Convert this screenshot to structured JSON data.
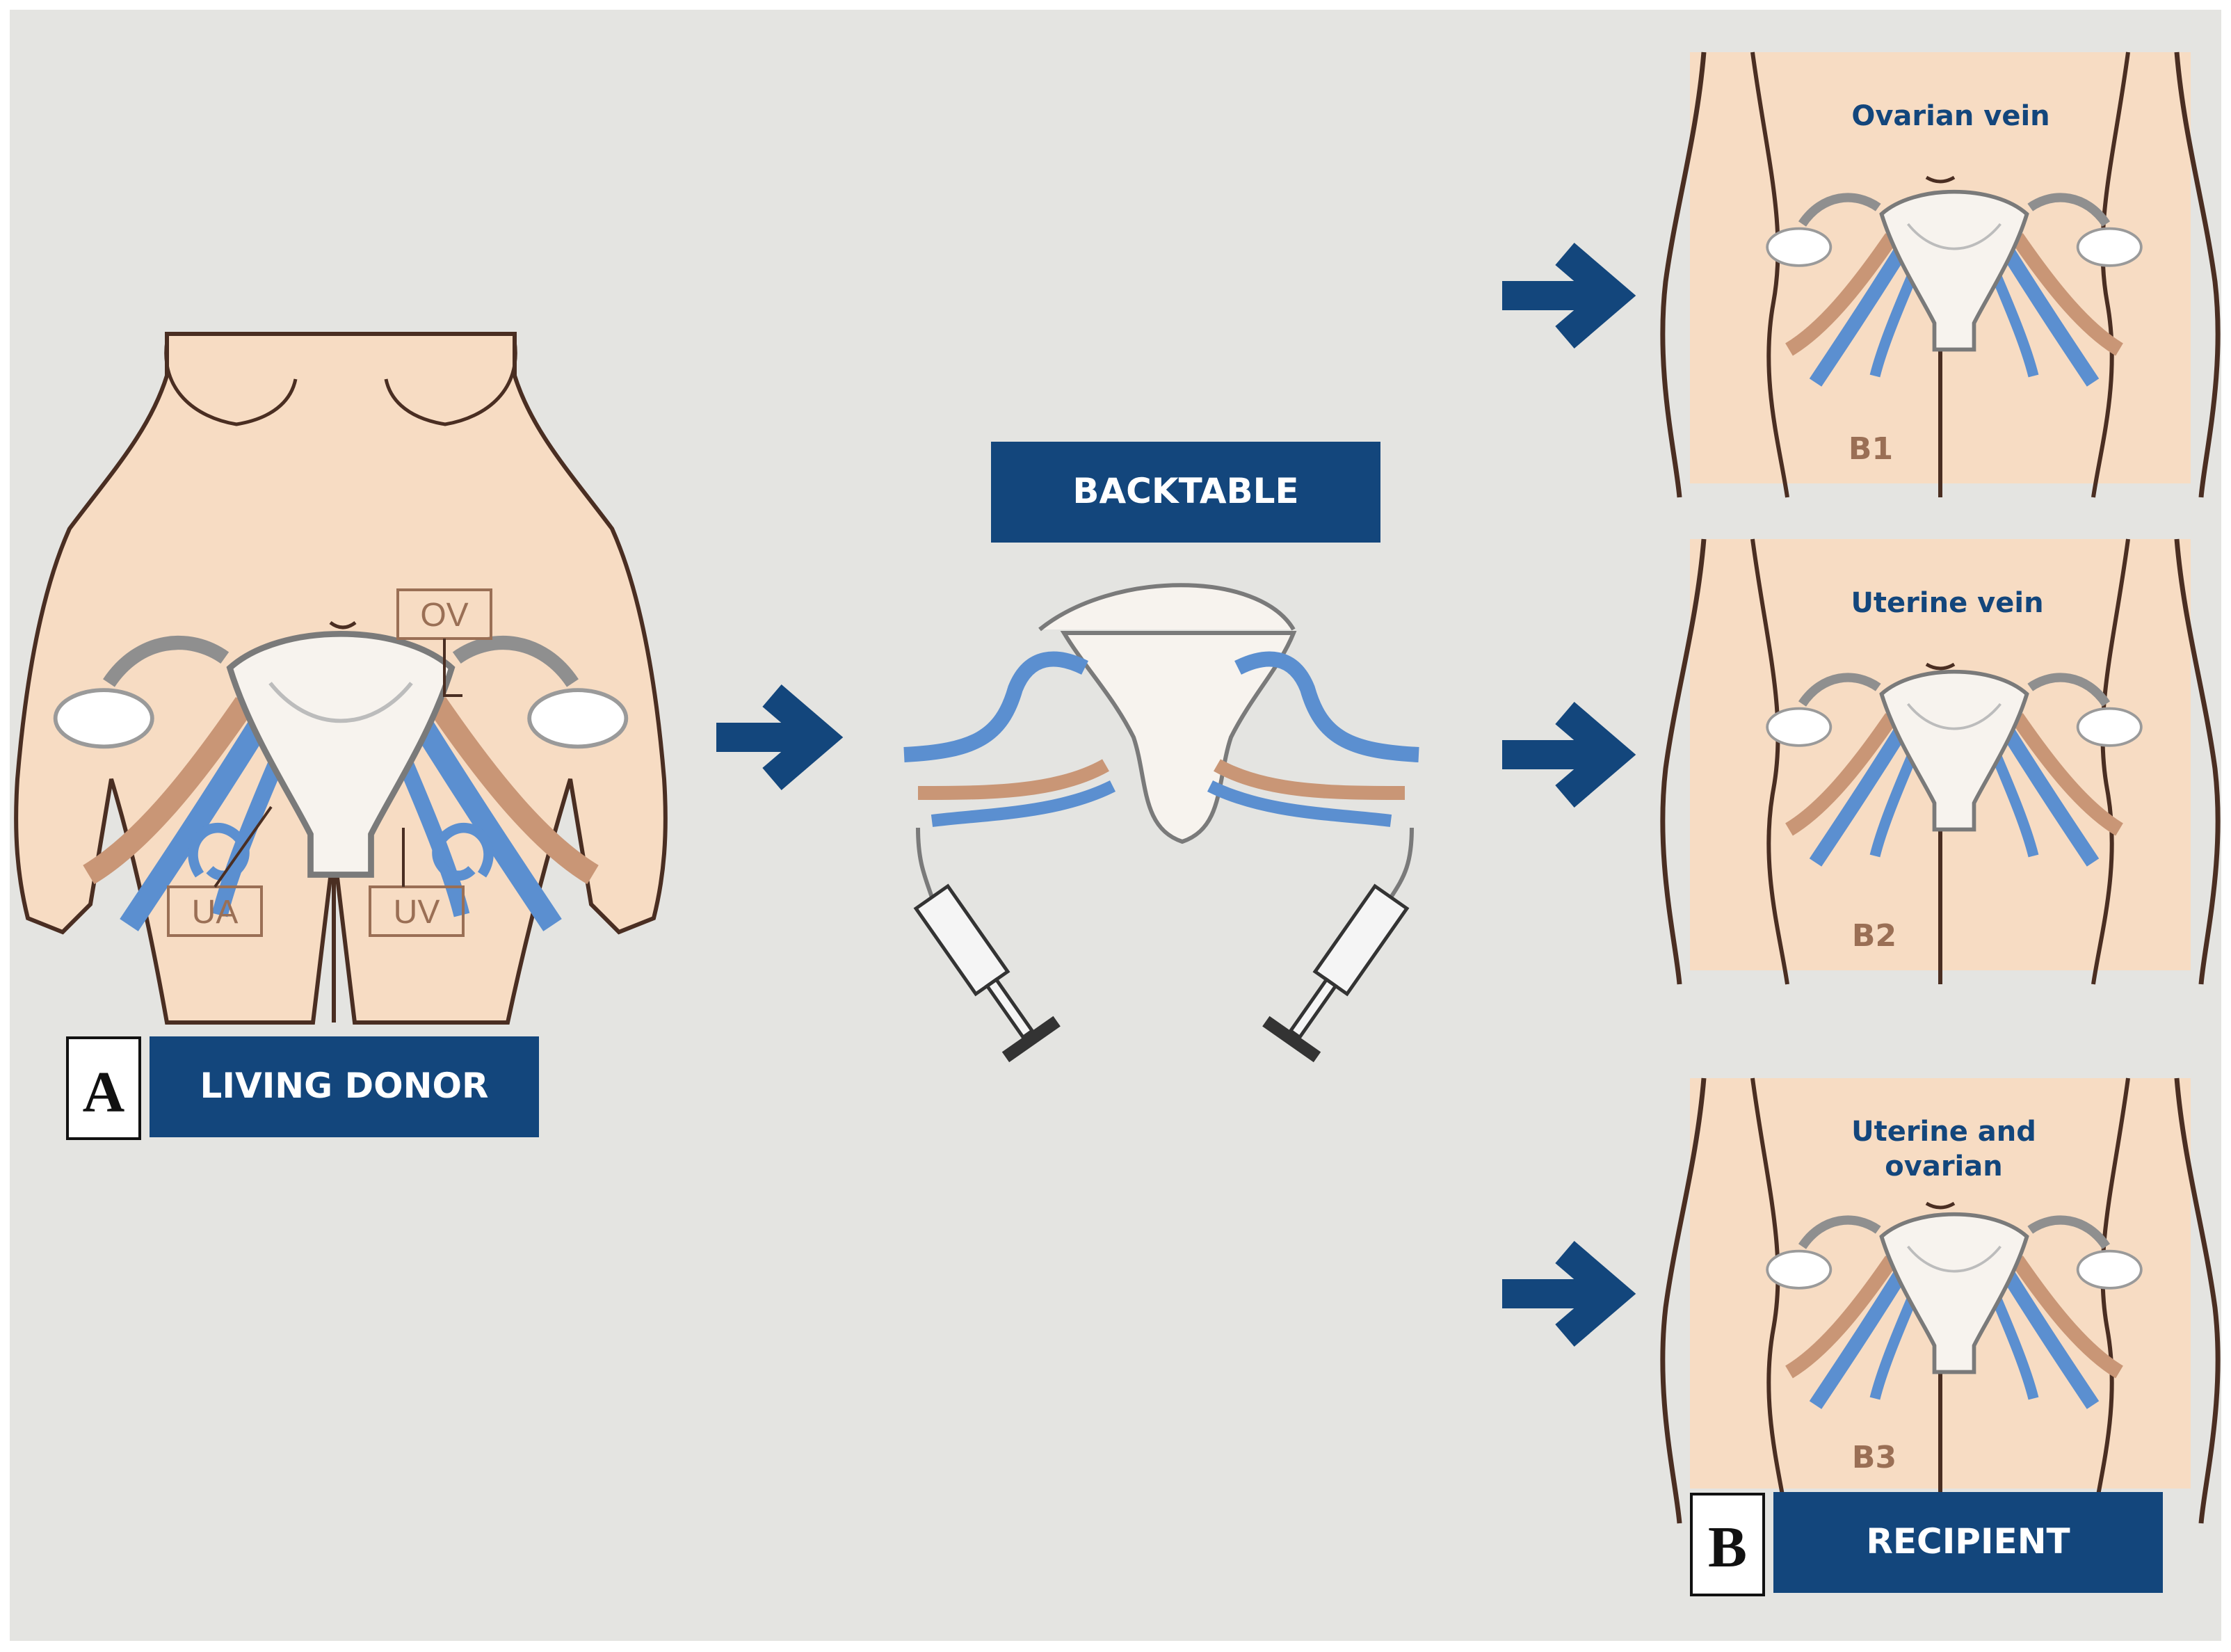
{
  "colors": {
    "background": "#e4e4e1",
    "skin": "#f7dcc3",
    "skin_outline": "#4a2e22",
    "navy": "#13467c",
    "vein_blue": "#5b8fd0",
    "artery_tan": "#c99676",
    "organ_white": "#f7f3ee",
    "label_brown": "#9a6f55"
  },
  "donor": {
    "tag_ov": "OV",
    "tag_ua": "UA",
    "tag_uv": "UV",
    "panel_letter": "A",
    "banner": "LIVING DONOR"
  },
  "backtable": {
    "banner": "BACKTABLE"
  },
  "recipients": [
    {
      "title": "Ovarian vein",
      "code": "B1"
    },
    {
      "title": "Uterine vein",
      "code": "B2"
    },
    {
      "title_line1": "Uterine and",
      "title_line2": "ovarian",
      "code": "B3"
    }
  ],
  "recipient_banner": {
    "panel_letter": "B",
    "banner": "RECIPIENT"
  }
}
